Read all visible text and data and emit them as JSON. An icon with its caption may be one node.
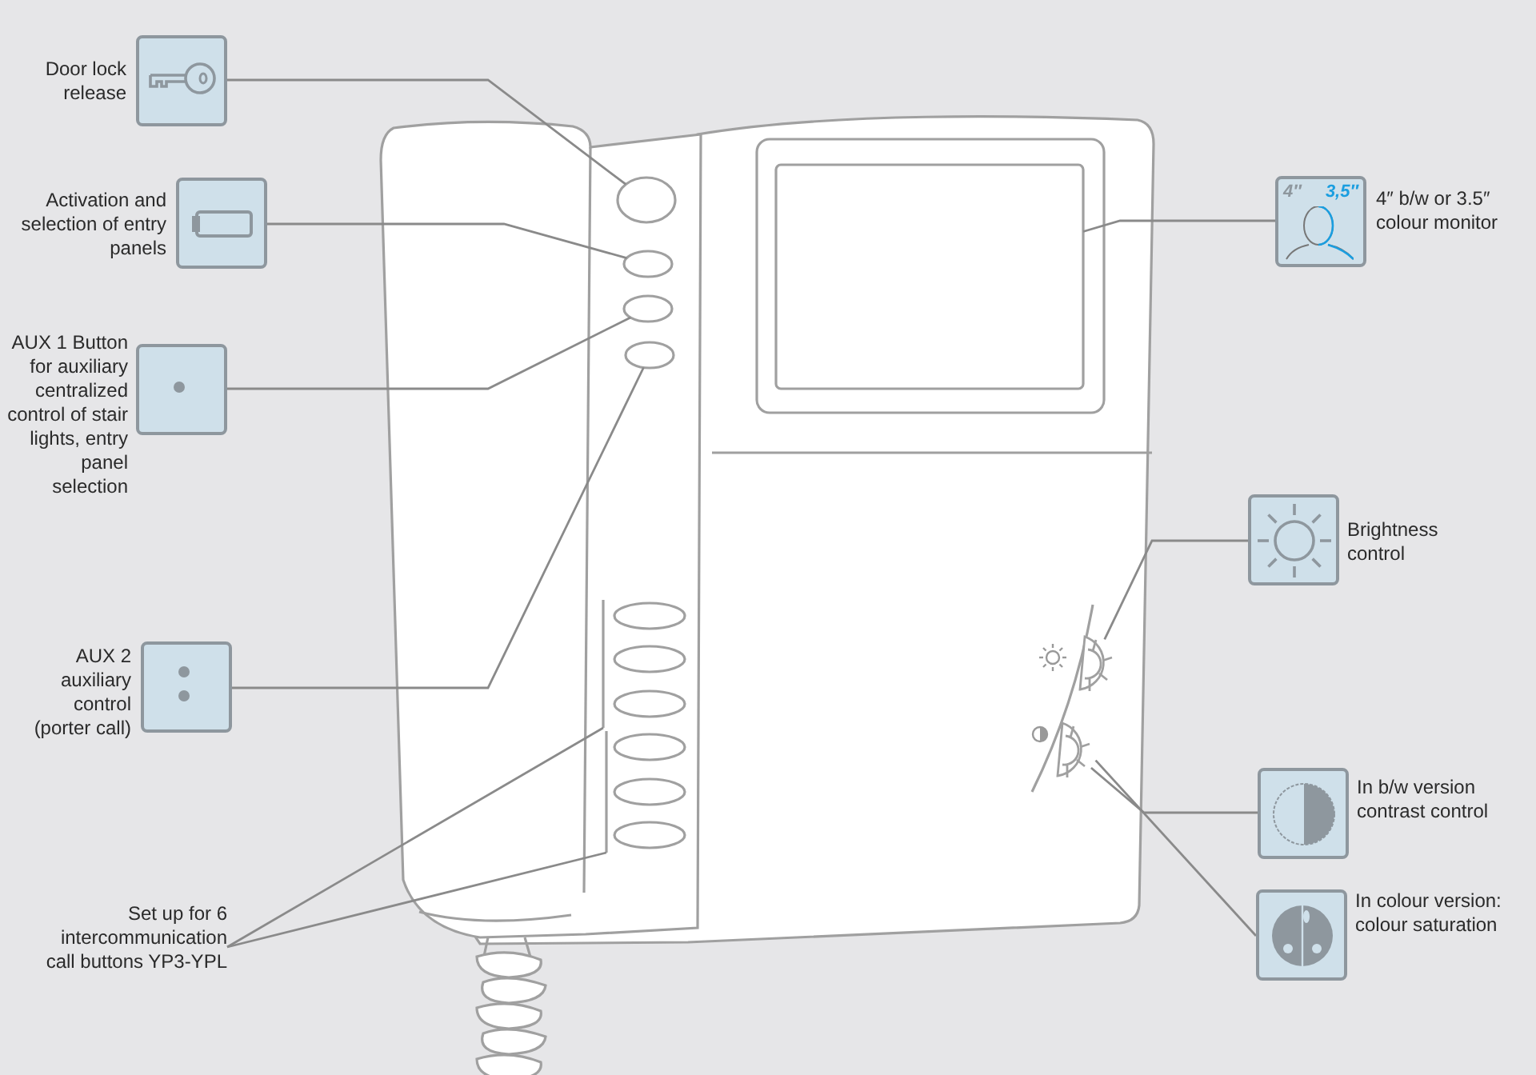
{
  "diagram": {
    "nodes": [
      {
        "text": [
          "Door lock release"
        ]
      },
      {
        "text": [
          "Activation and selection of entry panels"
        ]
      },
      {
        "text": [
          "AUX 1 Button for auxiliary centralized control of stair lights, entry panel selection"
        ]
      },
      {
        "text": [
          "AUX 2 auxiliary control (porter call)"
        ]
      },
      {
        "text": [
          "Set up for 6 intercommunication call buttons YP3-YPL"
        ]
      },
      {
        "text": [
          "4″",
          "3,5″",
          "4″ b/w or 3.5″ colour monitor"
        ]
      },
      {
        "text": [
          "Brightness control"
        ]
      },
      {
        "text": [
          "In b/w version contrast control"
        ]
      },
      {
        "text": [
          "In colour version: colour saturation"
        ]
      },
      {
        "text": [],
        "shape": "ellipse"
      },
      {
        "text": [],
        "shape": "ellipse"
      },
      {
        "text": [],
        "shape": "ellipse"
      },
      {
        "text": [],
        "shape": "ellipse"
      },
      {
        "text": [],
        "shape": "bar"
      },
      {
        "text": [],
        "shape": "bar"
      },
      {
        "text": [],
        "shape": "box"
      },
      {
        "text": [],
        "shape": "wheel"
      },
      {
        "text": [],
        "shape": "wheel"
      }
    ],
    "edges": [
      {
        "from": 0,
        "to": 9,
        "arrow": "none"
      },
      {
        "from": 1,
        "to": 10,
        "arrow": "none"
      },
      {
        "from": 2,
        "to": 11,
        "arrow": "none"
      },
      {
        "from": 3,
        "to": 12,
        "arrow": "none"
      },
      {
        "from": 4,
        "to": 13,
        "arrow": "none"
      },
      {
        "from": 4,
        "to": 14,
        "arrow": "none"
      },
      {
        "from": 5,
        "to": 15,
        "arrow": "none"
      },
      {
        "from": 6,
        "to": 16,
        "arrow": "none"
      },
      {
        "from": 7,
        "to": 17,
        "arrow": "none"
      },
      {
        "from": 8,
        "to": 17,
        "arrow": "none"
      }
    ]
  }
}
